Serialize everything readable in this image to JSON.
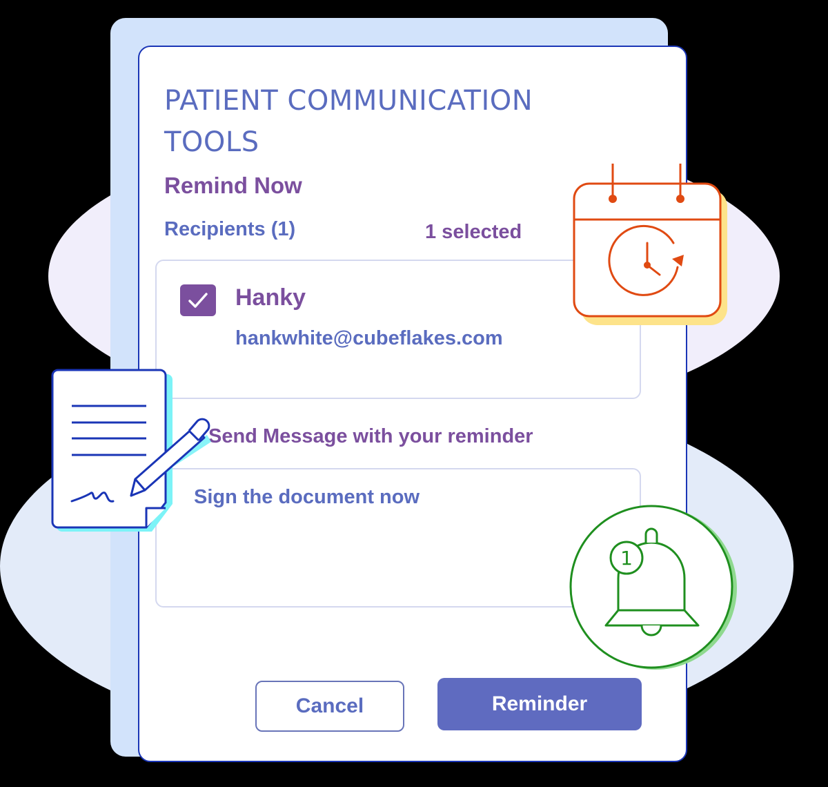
{
  "dialog": {
    "title": "PATIENT COMMUNICATION TOOLS",
    "subtitle": "Remind Now",
    "recipients_label": "Recipients (1)",
    "selected_count": "1 selected",
    "recipients": [
      {
        "name": "Hanky",
        "email": "hankwhite@cubeflakes.com",
        "checked": true
      }
    ],
    "message_label": "Send Message with your reminder",
    "message_value": "Sign the document now",
    "buttons": {
      "cancel": "Cancel",
      "reminder": "Reminder"
    }
  },
  "stickers": {
    "calendar_icon": "calendar-clock-icon",
    "document_icon": "document-signature-icon",
    "bell_icon": "notification-bell-icon",
    "bell_badge_count": "1"
  },
  "colors": {
    "heading_blue": "#5a6cbf",
    "heading_purple": "#7b4f9e",
    "primary_button": "#5f6bc0",
    "card_border": "#1a35b6",
    "calendar_orange": "#e04a12",
    "calendar_shadow": "#fde38a",
    "document_blue": "#1a35b6",
    "document_shadow": "#7cf3f7",
    "bell_green": "#1f8f1f",
    "bell_shadow": "#8fd98f"
  }
}
